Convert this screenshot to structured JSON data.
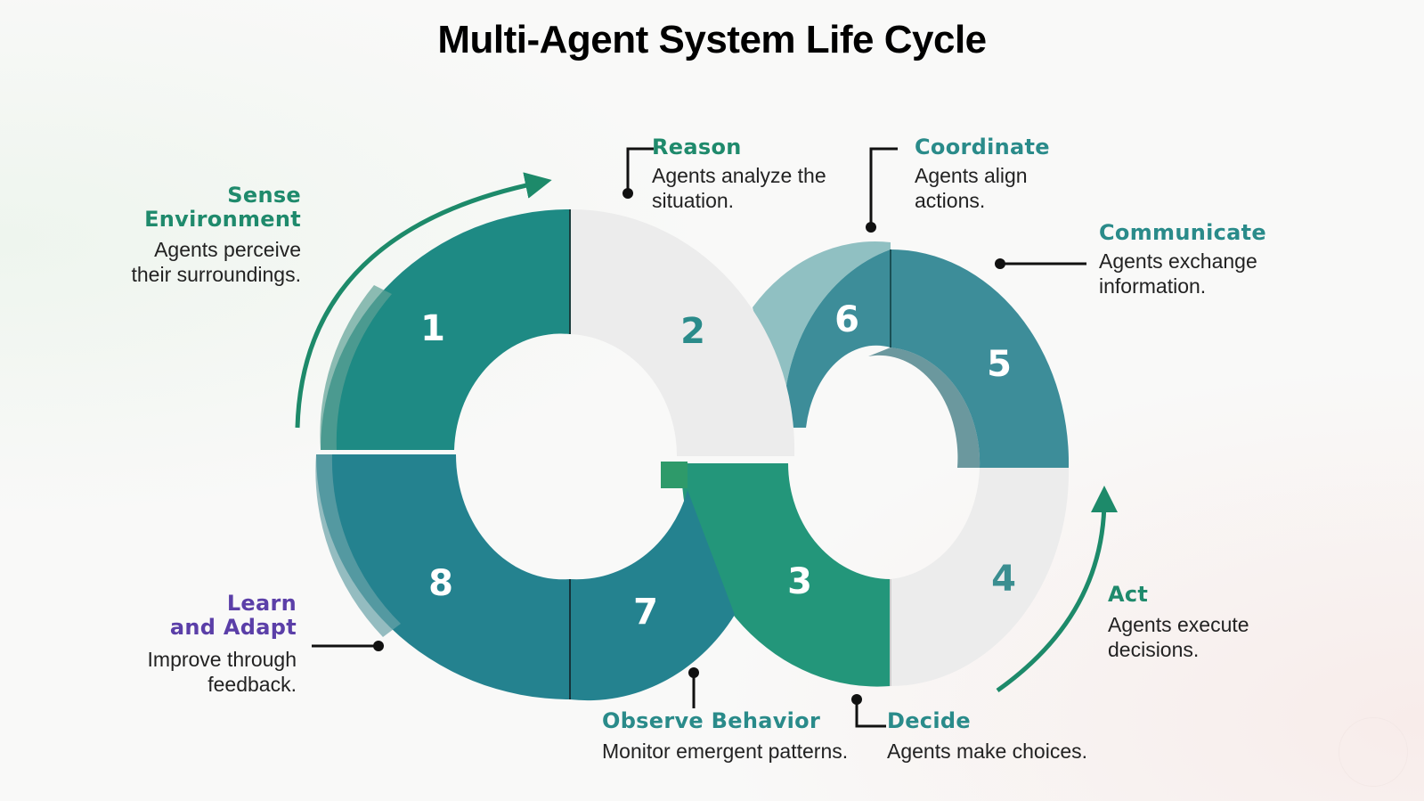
{
  "title": "Multi-Agent System Life Cycle",
  "colors": {
    "teal_dark": "#1e8a84",
    "teal_blue": "#24828f",
    "teal_light": "#3a8e97",
    "green": "#23967a",
    "white_segment": "#ececec",
    "heading_green": "#1f8a6c",
    "heading_teal": "#2a8b8a",
    "heading_purple": "#5b3fa8",
    "arrow": "#1d8a6a"
  },
  "segments": [
    {
      "number": "1"
    },
    {
      "number": "2"
    },
    {
      "number": "3"
    },
    {
      "number": "4"
    },
    {
      "number": "5"
    },
    {
      "number": "6"
    },
    {
      "number": "7"
    },
    {
      "number": "8"
    }
  ],
  "stages": {
    "sense": {
      "heading_line1": "Sense",
      "heading_line2": "Environment",
      "desc_line1": "Agents perceive",
      "desc_line2": "their surroundings."
    },
    "reason": {
      "heading": "Reason",
      "desc_line1": "Agents analyze the",
      "desc_line2": "situation."
    },
    "coordinate": {
      "heading": "Coordinate",
      "desc_line1": "Agents align",
      "desc_line2": "actions."
    },
    "communicate": {
      "heading": "Communicate",
      "desc_line1": "Agents exchange",
      "desc_line2": "information."
    },
    "act": {
      "heading": "Act",
      "desc_line1": "Agents execute",
      "desc_line2": "decisions."
    },
    "decide": {
      "heading": "Decide",
      "desc": "Agents make choices."
    },
    "observe": {
      "heading": "Observe Behavior",
      "desc": "Monitor emergent patterns."
    },
    "learn": {
      "heading_line1": "Learn",
      "heading_line2": "and Adapt",
      "desc_line1": "Improve through",
      "desc_line2": "feedback."
    }
  }
}
